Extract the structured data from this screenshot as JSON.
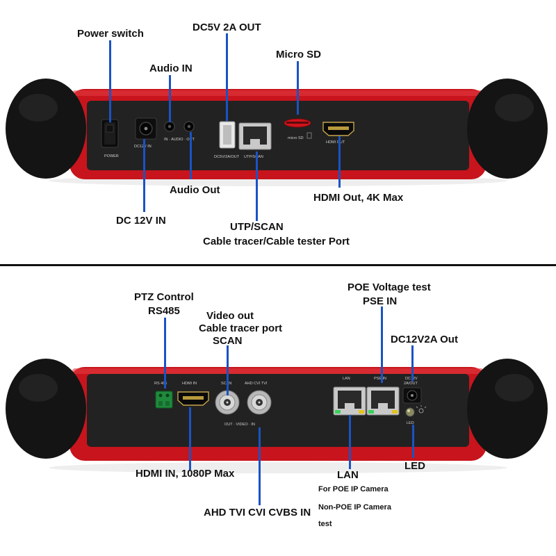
{
  "top": {
    "labels": {
      "power_switch": "Power switch",
      "audio_in": "Audio IN",
      "dc5v_out": "DC5V 2A OUT",
      "micro_sd": "Micro SD",
      "audio_out": "Audio Out",
      "dc12v_in": "DC 12V IN",
      "hdmi_out": "HDMI Out, 4K Max",
      "utp_scan": "UTP/SCAN",
      "cable_tracer_port": "Cable tracer/Cable tester Port"
    },
    "silkscreen": {
      "power": "POWER",
      "dc12v_in": "DC12V IN",
      "in_audio_out": "IN · AUDIO · OUT",
      "dc5v_out": "DC5V/2A/OUT",
      "utp_scan": "UTP/SCAN",
      "micro_sd": "micro SD",
      "hdmi_out": "HDMI OUT"
    }
  },
  "bottom": {
    "labels": {
      "ptz_control": "PTZ Control",
      "rs485": "RS485",
      "video_out": "Video out",
      "cable_tracer_port": "Cable tracer port",
      "scan": "SCAN",
      "poe_voltage_test": "POE Voltage test",
      "pse_in": "PSE IN",
      "dc12v2a_out": "DC12V2A Out",
      "hdmi_in": "HDMI IN, 1080P Max",
      "lan": "LAN",
      "for_poe": "For POE IP Camera",
      "non_poe": "Non-POE IP Camera",
      "test": "test",
      "led": "LED",
      "ahd_in": "AHD TVI CVI CVBS IN"
    },
    "silkscreen": {
      "rs485": "RS 485",
      "hdmi_in": "HDMI IN",
      "scan": "SCAN",
      "ahd_cvi_tvi": "AHD CVI TVI",
      "out_video_in": "OUT · VIDEO · IN",
      "lan": "LAN",
      "pse_in": "PSE IN",
      "dc12v": "DC12V",
      "dc12v_out": "2A/OUT",
      "led": "LED"
    }
  },
  "colors": {
    "lead_line": "#1a53c4",
    "body_red": "#c8141c",
    "panel_black": "#222222",
    "bumper": "#141414",
    "terminal_green": "#1f8a3c",
    "usb_port": "#e8e8e8",
    "rj45_led_green": "#3bd05a",
    "rj45_led_yellow": "#e5c21e"
  },
  "icons": [
    "usb-port-icon",
    "rj45-port-icon",
    "hdmi-port-icon",
    "bnc-connector-icon",
    "rocker-switch-icon",
    "dc-jack-icon",
    "audio-jack-icon",
    "microsd-slot-icon",
    "terminal-block-icon",
    "led-icon"
  ]
}
